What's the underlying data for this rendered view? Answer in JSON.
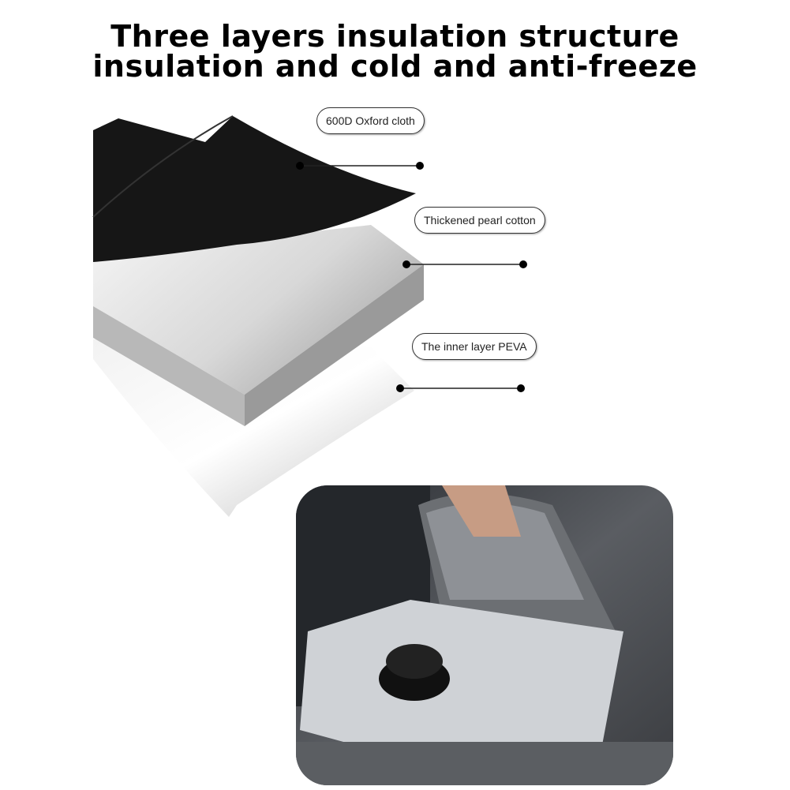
{
  "title": {
    "line1": "Three layers insulation structure",
    "line2": "insulation and cold and anti-freeze"
  },
  "layers": [
    {
      "label": "600D Oxford cloth",
      "color": "#1a1a1a"
    },
    {
      "label": "Thickened pearl cotton",
      "color": "#c8c8c8"
    },
    {
      "label": "The inner layer PEVA",
      "color": "#eeeeee"
    }
  ]
}
